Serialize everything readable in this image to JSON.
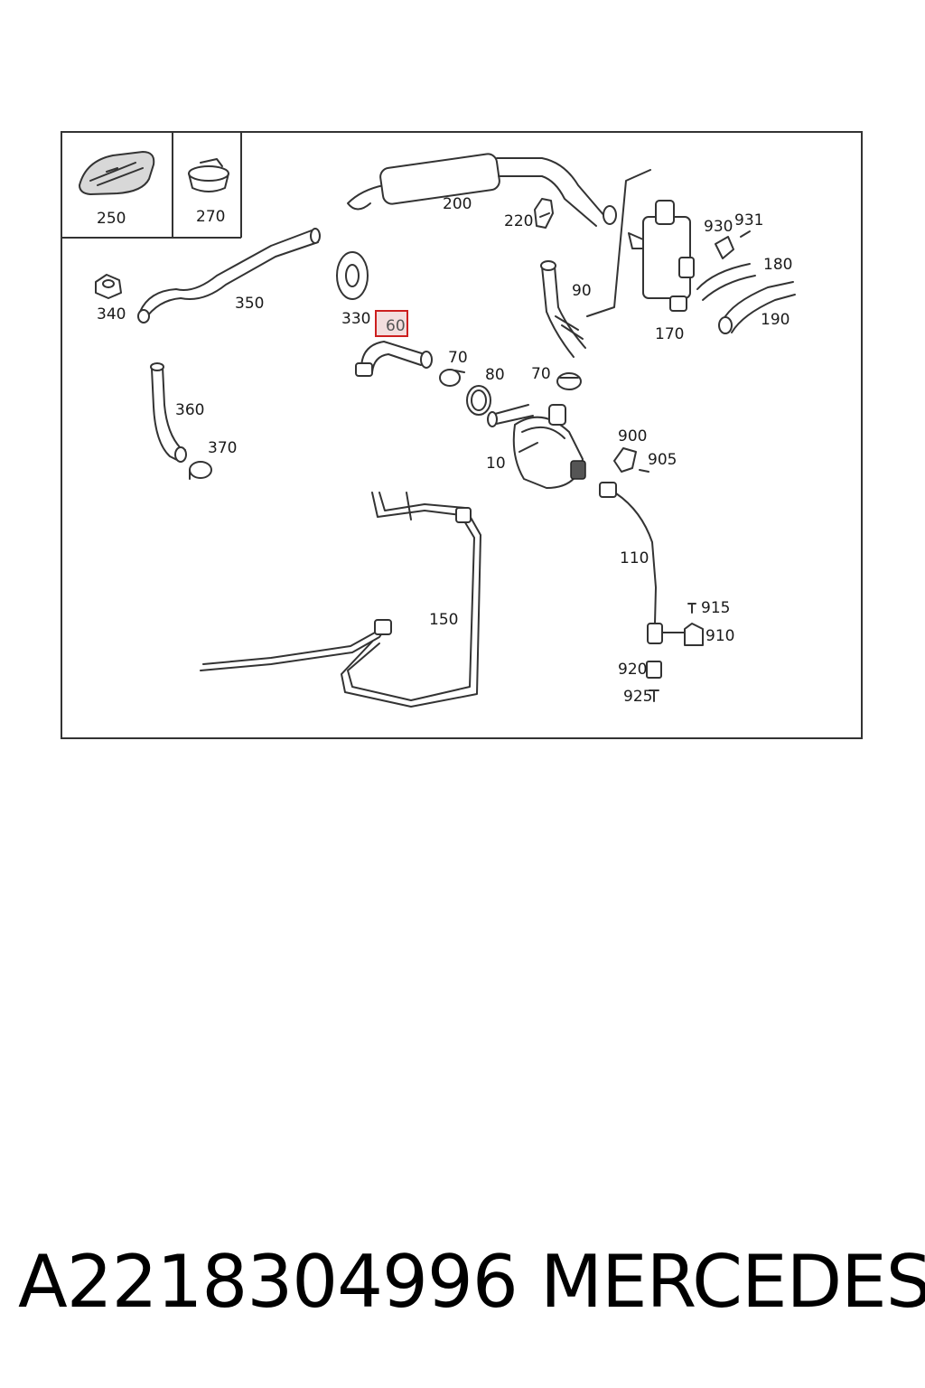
{
  "diagram": {
    "labels": {
      "p250": "250",
      "p270": "270",
      "p200": "200",
      "p220": "220",
      "p930": "930",
      "p931": "931",
      "p180": "180",
      "p190": "190",
      "p170": "170",
      "p90": "90",
      "p340": "340",
      "p350": "350",
      "p330": "330",
      "p60": "60",
      "p70a": "70",
      "p80": "80",
      "p70b": "70",
      "p360": "360",
      "p370": "370",
      "p10": "10",
      "p900": "900",
      "p905": "905",
      "p110": "110",
      "p150": "150",
      "p915": "915",
      "p910": "910",
      "p920": "920",
      "p925": "925"
    },
    "highlighted_part": "60",
    "highlight_color": "#cc1f1f"
  },
  "footer": {
    "part_number": "A2218304996",
    "brand": "MERCEDES"
  }
}
